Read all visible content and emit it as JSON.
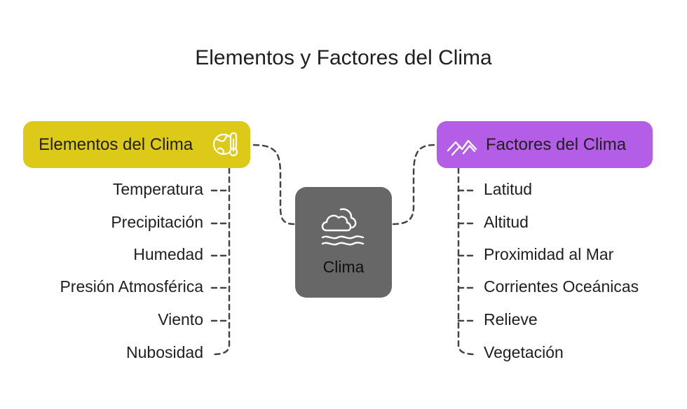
{
  "title": "Elementos y Factores del Clima",
  "center": {
    "label": "Clima",
    "icon": "cloud-waves-icon"
  },
  "left": {
    "label": "Elementos del Clima",
    "color": "#dcc918",
    "icon": "globe-thermometer-icon",
    "items": [
      "Temperatura",
      "Precipitación",
      "Humedad",
      "Presión Atmosférica",
      "Viento",
      "Nubosidad"
    ]
  },
  "right": {
    "label": "Factores del Clima",
    "color": "#b45de6",
    "icon": "mountains-icon",
    "items": [
      "Latitud",
      "Altitud",
      "Proximidad al Mar",
      "Corrientes Oceánicas",
      "Relieve",
      "Vegetación"
    ]
  }
}
